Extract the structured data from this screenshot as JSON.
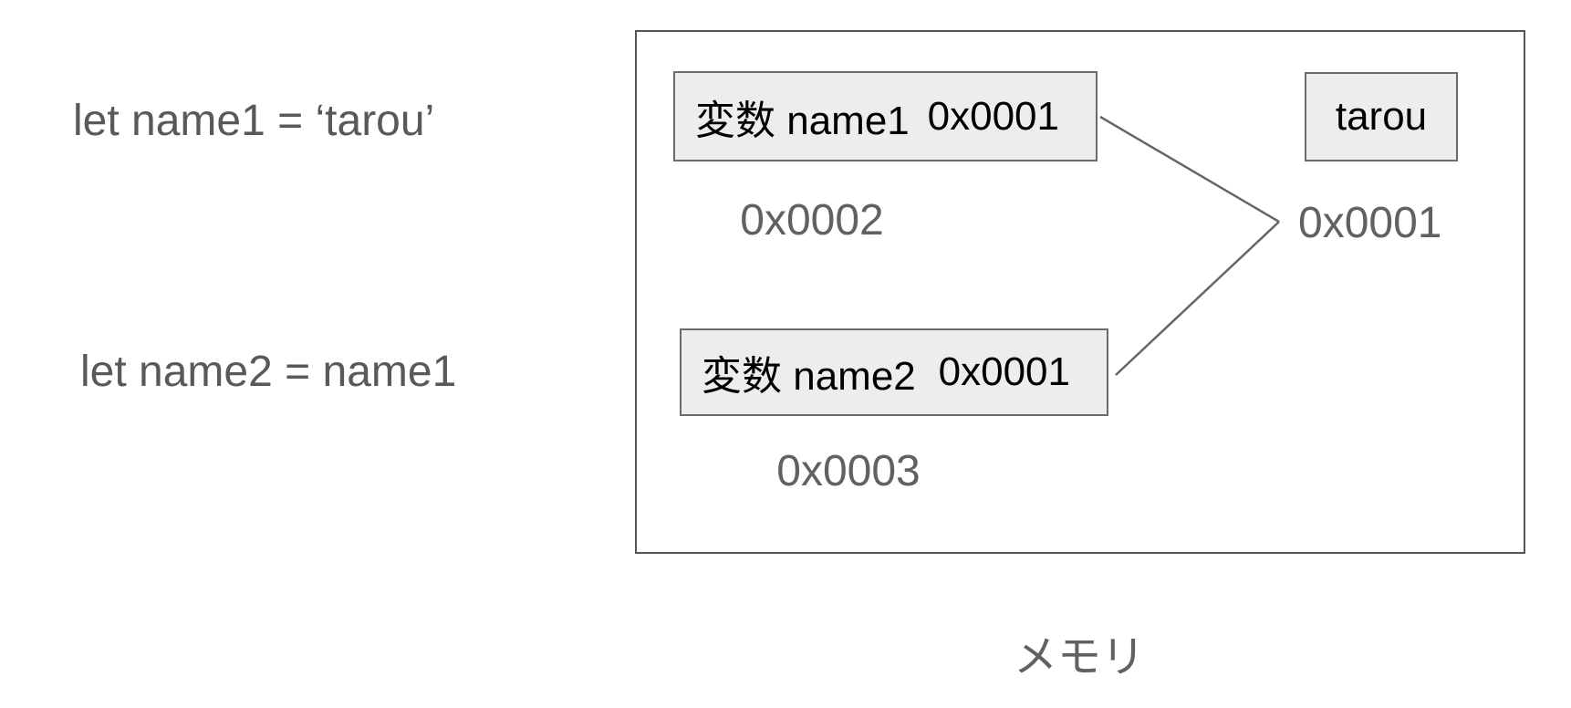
{
  "code": {
    "line1": "let name1 = ‘tarou’",
    "line2": "let name2 = name1"
  },
  "memory": {
    "caption": "メモリ",
    "var1": {
      "label": "変数 name1",
      "value": "0x0001",
      "address": "0x0002"
    },
    "var2": {
      "label": "変数 name2",
      "value": "0x0001",
      "address": "0x0003"
    },
    "heap": {
      "value": "tarou",
      "address": "0x0001"
    }
  },
  "colors": {
    "code_text": "#595959",
    "label_gray": "#616161",
    "cell_fill": "#ededed",
    "cell_border": "#6b6b6b",
    "outer_border": "#555555",
    "connector_line": "#666666"
  }
}
